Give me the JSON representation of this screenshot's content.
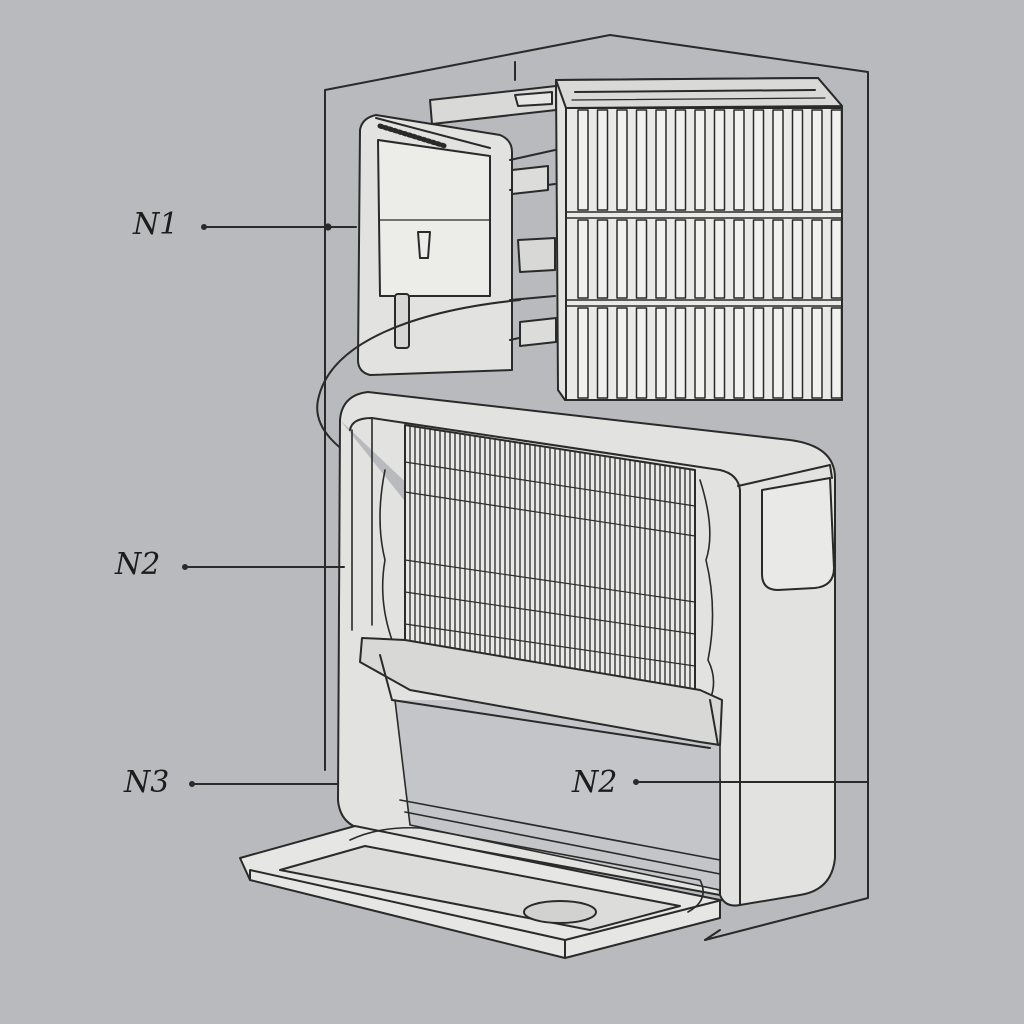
{
  "callouts": [
    {
      "id": "n1",
      "label": "N1"
    },
    {
      "id": "n2a",
      "label": "N2"
    },
    {
      "id": "n3",
      "label": "N3"
    },
    {
      "id": "n2b",
      "label": "N2"
    }
  ],
  "colors": {
    "background": "#b9babd",
    "ink": "#2a2a2a",
    "panel": "#e4e4e2",
    "panel_shade": "#d2d3d4"
  }
}
